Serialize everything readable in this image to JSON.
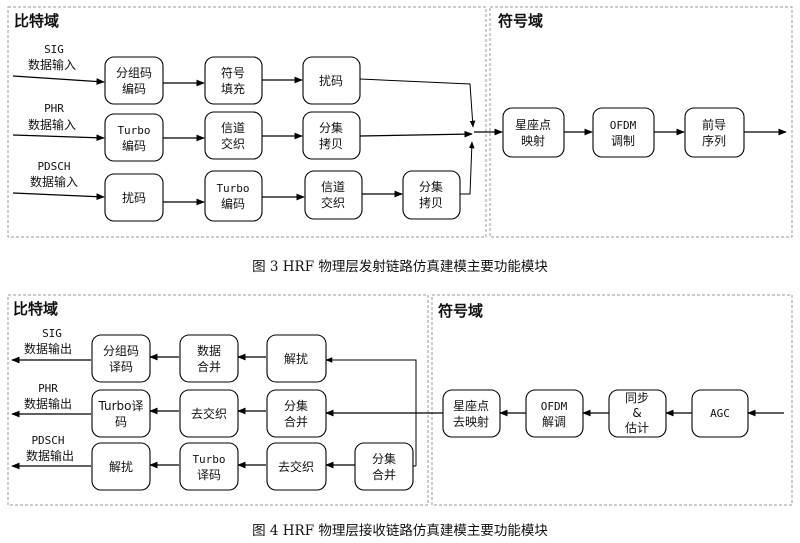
{
  "fig3": {
    "caption": "图 3 HRF 物理层发射链路仿真建模主要功能模块",
    "bit_domain_title": "比特域",
    "symbol_domain_title": "符号域",
    "sig_input": [
      "SIG",
      "数据输入"
    ],
    "phr_input": [
      "PHR",
      "数据输入"
    ],
    "pdsch_input": [
      "PDSCH",
      "数据输入"
    ],
    "sig_chain": [
      [
        "分组码",
        "编码"
      ],
      [
        "符号",
        "填充"
      ],
      [
        "扰码"
      ]
    ],
    "phr_chain": [
      [
        "Turbo",
        "编码"
      ],
      [
        "信道",
        "交织"
      ],
      [
        "分集",
        "拷贝"
      ]
    ],
    "pdsch_chain": [
      [
        "扰码"
      ],
      [
        "Turbo",
        "编码"
      ],
      [
        "信道",
        "交织"
      ],
      [
        "分集",
        "拷贝"
      ]
    ],
    "symbol_chain": [
      [
        "星座点",
        "映射"
      ],
      [
        "OFDM",
        "调制"
      ],
      [
        "前导",
        "序列"
      ]
    ]
  },
  "fig4": {
    "caption": "图 4 HRF 物理层接收链路仿真建模主要功能模块",
    "bit_domain_title": "比特域",
    "symbol_domain_title": "符号域",
    "sig_output": [
      "SIG",
      "数据输出"
    ],
    "phr_output": [
      "PHR",
      "数据输出"
    ],
    "pdsch_output": [
      "PDSCH",
      "数据输出"
    ],
    "sig_chain": [
      [
        "分组码",
        "译码"
      ],
      [
        "数据",
        "合并"
      ],
      [
        "解扰"
      ]
    ],
    "phr_chain": [
      [
        "Turbo译",
        "码"
      ],
      [
        "去交织"
      ],
      [
        "分集",
        "合并"
      ]
    ],
    "pdsch_chain": [
      [
        "解扰"
      ],
      [
        "Turbo",
        "译码"
      ],
      [
        "去交织"
      ],
      [
        "分集",
        "合并"
      ]
    ],
    "symbol_chain": [
      [
        "星座点",
        "去映射"
      ],
      [
        "OFDM",
        "解调"
      ],
      [
        "同步",
        "&",
        "估计"
      ],
      [
        "AGC"
      ]
    ]
  }
}
